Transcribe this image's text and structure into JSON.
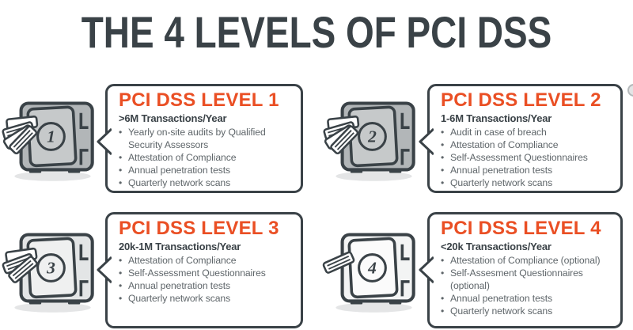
{
  "title": "THE 4 LEVELS OF PCI DSS",
  "colors": {
    "accent": "#EA4F24",
    "dark": "#3A4247",
    "body_text": "#5F666A",
    "bubble_shadow": "#C7C9CB",
    "safe_shadow": "#E4E5E6"
  },
  "panels": [
    {
      "number": "1",
      "title": "PCI DSS LEVEL 1",
      "subtitle": ">6M Transactions/Year",
      "bullets": [
        "Yearly on-site audits by Qualified Security Assessors",
        "Attestation of Compliance",
        "Annual penetration tests",
        "Quarterly network scans"
      ],
      "safe": {
        "body": "#B2B6B8",
        "door": "#C6C9CA",
        "cards": 4
      }
    },
    {
      "number": "2",
      "title": "PCI DSS LEVEL 2",
      "subtitle": "1-6M Transactions/Year",
      "bullets": [
        "Audit in case of breach",
        "Attestation of Compliance",
        "Self-Assessment Questionnaires",
        "Annual penetration tests",
        "Quarterly network scans"
      ],
      "safe": {
        "body": "#B2B6B8",
        "door": "#C6C9CA",
        "cards": 4
      }
    },
    {
      "number": "3",
      "title": "PCI DSS LEVEL 3",
      "subtitle": "20k-1M Transactions/Year",
      "bullets": [
        "Attestation of Compliance",
        "Self-Assessment Questionnaires",
        "Annual penetration tests",
        "Quarterly network scans"
      ],
      "safe": {
        "body": "#E3E5E6",
        "door": "#EFF0F0",
        "cards": 3
      }
    },
    {
      "number": "4",
      "title": "PCI DSS LEVEL 4",
      "subtitle": "<20k Transactions/Year",
      "bullets": [
        "Attestation of Compliance (optional)",
        "Self-Assesment Questionnaires (optional)",
        "Annual penetration tests",
        "Quarterly network scans"
      ],
      "safe": {
        "body": "#F3F4F4",
        "door": "#FBFBFB",
        "cards": 1
      }
    }
  ]
}
